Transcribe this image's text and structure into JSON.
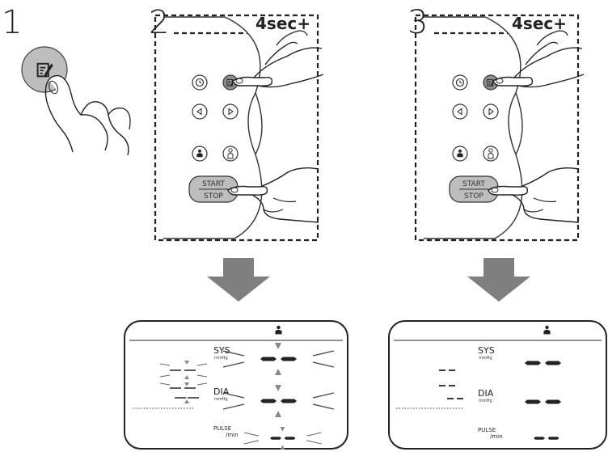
{
  "steps": [
    {
      "number": "1"
    },
    {
      "number": "2",
      "duration": "4sec+"
    },
    {
      "number": "3",
      "duration": "4sec+"
    }
  ],
  "buttons": {
    "start": "START",
    "stop": "STOP"
  },
  "display": {
    "sys_label": "SYS",
    "sys_unit": "mmHg",
    "dia_label": "DIA",
    "dia_unit": "mmHg",
    "pulse_label": "PULSE",
    "pulse_unit": "/min"
  },
  "colors": {
    "ink": "#222222",
    "arrow": "#7f7f7f",
    "button_fill": "#bdbdbd",
    "pressed_button": "#8f8f8f"
  }
}
